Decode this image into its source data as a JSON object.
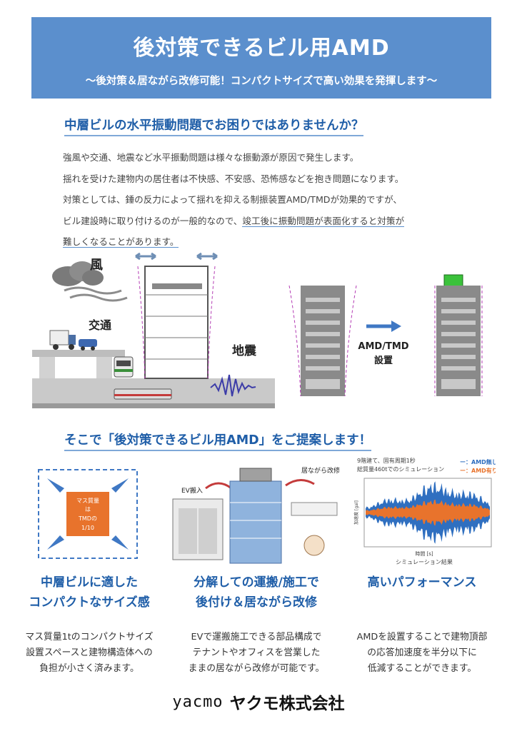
{
  "banner": {
    "title": "後対策できるビル用AMD",
    "subtitle": "〜後対策＆居ながら改修可能！コンパクトサイズで高い効果を発揮します〜"
  },
  "section1": {
    "heading": "中層ビルの水平振動問題でお困りではありませんか？",
    "lines": [
      "強風や交通、地震など水平振動問題は様々な振動源が原因で発生します。",
      "揺れを受けた建物内の居住者は不快感、不安感、恐怖感などを抱き問題になります。",
      "対策としては、錘の反力によって揺れを抑える制振装置AMD/TMDが効果的ですが、"
    ],
    "line4_plain": "ビル建設時に取り付けるのが一般的なので、",
    "line4_underlined": "竣工後に振動問題が表面化すると対策が",
    "line5_underlined": "難しくなることがあります。"
  },
  "illustration": {
    "label_wind": "風",
    "label_traffic": "交通",
    "label_quake": "地震",
    "label_install_1": "AMD/TMD",
    "label_install_2": "設置"
  },
  "section2": {
    "heading": "そこで「後対策できるビル用AMD」をご提案します！"
  },
  "figure1": {
    "box_lines": [
      "マス質量",
      "は",
      "TMDの",
      "1/10"
    ]
  },
  "figure2": {
    "label_ev": "EV搬入",
    "label_stay": "居ながら改修"
  },
  "figure3": {
    "caption_line1": "9階建て、固有周期1秒",
    "caption_line2": "総質量460tでのシミュレーション",
    "legend_off": "ー：AMD無し",
    "legend_on": "ー：AMD有り",
    "ylabel": "加速度 [gal]",
    "xlabel": "時間 [s]",
    "result": "シミュレーション結果",
    "color_off": "#2f6fc0",
    "color_on": "#e8732c"
  },
  "features": [
    {
      "heading_1": "中層ビルに適した",
      "heading_2": "コンパクトなサイズ感",
      "desc_1": "マス質量1tのコンパクトサイズ",
      "desc_2": "設置スペースと建物構造体への",
      "desc_3": "負担が小さく済みます。"
    },
    {
      "heading_1": "分解しての運搬/施工で",
      "heading_2": "後付け＆居ながら改修",
      "desc_1": "EVで運搬施工できる部品構成で",
      "desc_2": "テナントやオフィスを営業した",
      "desc_3": "ままの居ながら改修が可能です。"
    },
    {
      "heading_1": "高いパフォーマンス",
      "heading_2": "",
      "desc_1": "AMDを設置することで建物頂部",
      "desc_2": "の応答加速度を半分以下に",
      "desc_3": "低減することができます。"
    }
  ],
  "footer": {
    "logo_latin": "yacmo",
    "company": "ヤクモ株式会社"
  }
}
